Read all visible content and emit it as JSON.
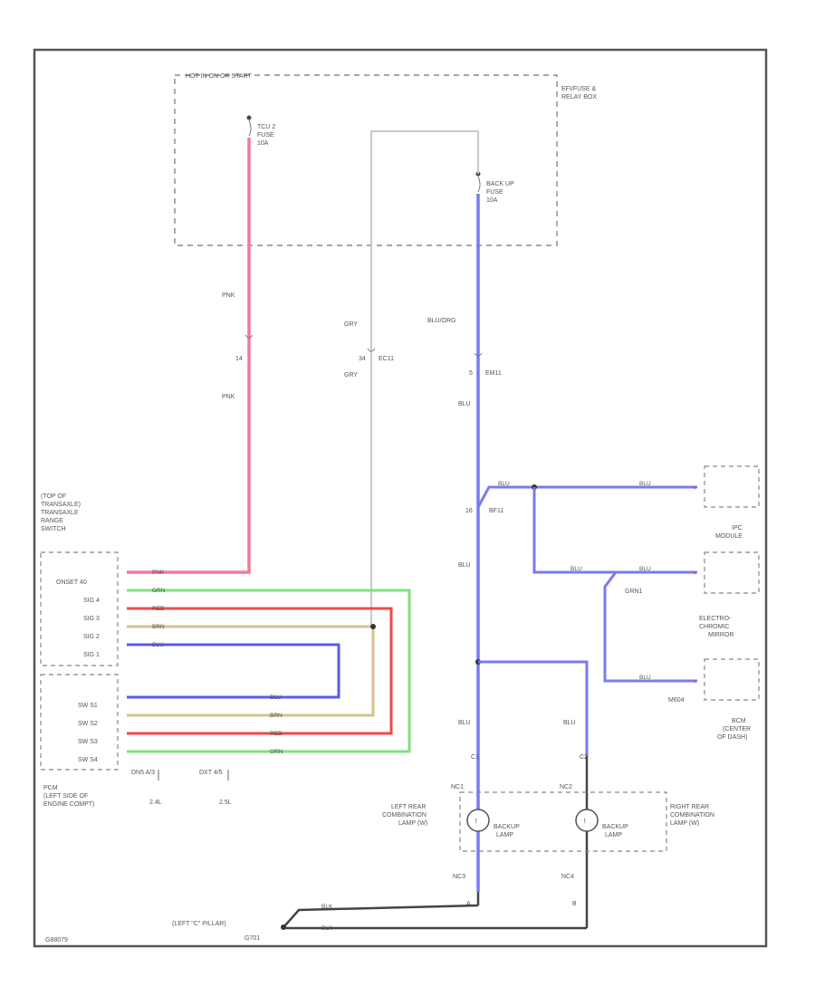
{
  "colors": {
    "pink": "#f07a9a",
    "red": "#f04848",
    "green": "#7fe07f",
    "tan": "#d8c08a",
    "blue": "#7a7af0",
    "gray": "#c8c8c8",
    "black": "#444444",
    "frame": "#555555"
  },
  "labels": {
    "hot": "HOT IN ON OR START",
    "fusebox": [
      "EFI/FUSE &",
      "RELAY BOX"
    ],
    "fuse1": [
      "TCU 2",
      "FUSE",
      "10A"
    ],
    "fuse2": [
      "BACK UP",
      "FUSE",
      "10A"
    ],
    "pnk_top": "PNK",
    "pnk_mid": "14",
    "pnk_bot": "PNK",
    "gry_top": "GRY",
    "gry_mid": "34",
    "gry_conn": "EC11",
    "gry_bot": "GRY",
    "bluorg": "BLU/ORG",
    "blu_conn_num": "5",
    "blu_conn": "EM11",
    "blu1": "BLU",
    "blu2": "BLU",
    "blu3": "BLU",
    "blu4": "BLU",
    "conn_16": "16",
    "conn_bf11": "BF11",
    "tr_switch": [
      "(TOP OF",
      "TRANSAXLE)",
      "TRANSAXLE",
      "RANGE",
      "SWITCH"
    ],
    "pins_top": [
      "ONSET 40",
      "SIG 4",
      "SIG 3",
      "SIG 2",
      "SIG 1"
    ],
    "pins_bot": [
      "SW S1",
      "SW S2",
      "SW S3",
      "SW S4"
    ],
    "wire_pnk": "PNK",
    "wire_grn": "GRN",
    "wire_red": "RED",
    "wire_brn": "BRN",
    "wire_blu": "BLU",
    "pcm": [
      "PCM",
      "(LEFT SIDE OF",
      "ENGINE COMPT)"
    ],
    "pcm_conn1": "DN5 A/3",
    "pcm_conn2": "DXT 4/5",
    "pcm_eng1": "2.4L",
    "pcm_eng2": "2.5L",
    "ipc": [
      "IPC",
      "MODULE"
    ],
    "mirror": [
      "ELECTRO-",
      "CHROMIC",
      "MIRROR"
    ],
    "bcm": [
      "BCM",
      "(CENTER",
      "OF DASH)"
    ],
    "grn1": "GRN1",
    "m604": "M604",
    "lrc": [
      "LEFT REAR",
      "COMBINATION",
      "LAMP (W)"
    ],
    "rrc": [
      "RIGHT REAR",
      "COMBINATION",
      "LAMP (W)"
    ],
    "backup1": [
      "BACKUP",
      "LAMP"
    ],
    "backup2": [
      "BACKUP",
      "LAMP"
    ],
    "c1": "C1",
    "c2": "C2",
    "nc1": "NC1",
    "nc2": "NC2",
    "nc3": "NC3",
    "nc4": "NC4",
    "blk1": "BLK",
    "blk2": "BLK",
    "pillar": "(LEFT \"C\" PILLAR)",
    "gnd": "G701",
    "pin_a": "A",
    "pin_b": "B",
    "code": "G88079"
  }
}
